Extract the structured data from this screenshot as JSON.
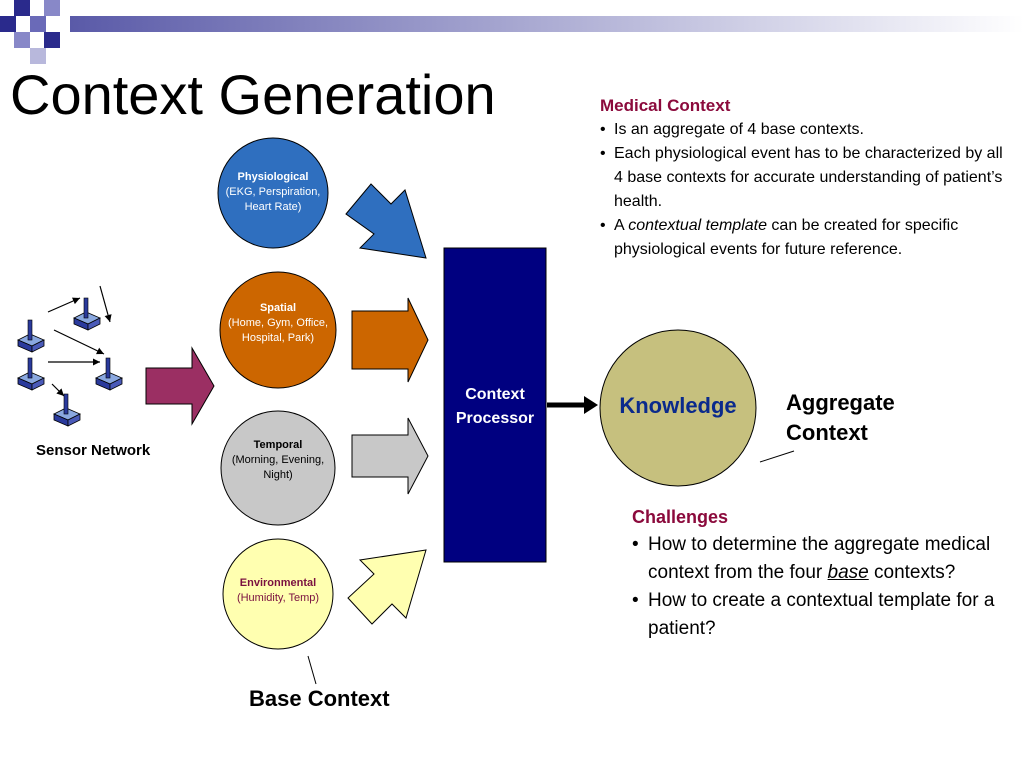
{
  "title": "Context Generation",
  "medical_context": {
    "heading": "Medical Context",
    "bullets": [
      "Is an aggregate of 4 base  contexts.",
      "Each physiological event has to be characterized by all 4  base contexts for accurate understanding of patient’s health."
    ],
    "bullet3": {
      "pre": "A ",
      "emph": "contextual template",
      "post": " can be created for specific physiological events for future reference."
    }
  },
  "base_contexts": [
    {
      "name": "Physiological",
      "detail": "(EKG, Perspiration, Heart Rate)",
      "fill": "#2f6fbf",
      "text_color": "#ffffff"
    },
    {
      "name": "Spatial",
      "detail": "(Home, Gym, Office, Hospital, Park)",
      "fill": "#cc6600",
      "text_color": "#ffffff"
    },
    {
      "name": "Temporal",
      "detail": "(Morning, Evening, Night)",
      "fill": "#c8c8c8",
      "text_color": "#000000"
    },
    {
      "name": "Environmental",
      "detail": "(Humidity, Temp)",
      "fill": "#ffffb0",
      "text_color": "#7a1040"
    }
  ],
  "processor_label": "Context Processor",
  "knowledge_label": "Knowledge",
  "aggregate_label": "Aggregate Context",
  "sensor_label": "Sensor Network",
  "base_label": "Base Context",
  "challenges": {
    "heading": "Challenges",
    "bullet1": {
      "pre": "How to determine the aggregate medical context from the four ",
      "emph": "base",
      "post": " contexts?"
    },
    "bullet2": "How to create a contextual template for a patient?"
  },
  "colors": {
    "header_squares": "#2a2a8c",
    "processor": "#000080",
    "knowledge": "#c6c07e",
    "sensor_arrow": "#9b2f63"
  }
}
